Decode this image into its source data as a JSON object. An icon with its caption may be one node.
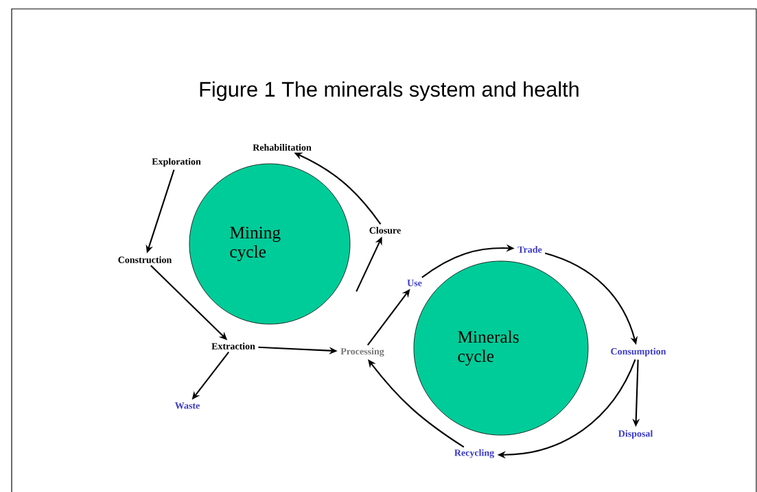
{
  "diagram": {
    "title": "Figure 1  The minerals system and health",
    "nodes": [
      {
        "text": [
          "Mining cycle"
        ]
      },
      {
        "text": [
          "Minerals cycle"
        ]
      },
      {
        "text": [
          "Exploration"
        ]
      },
      {
        "text": [
          "Rehabilitation"
        ]
      },
      {
        "text": [
          "Construction"
        ]
      },
      {
        "text": [
          "Closure"
        ]
      },
      {
        "text": [
          "Extraction"
        ]
      },
      {
        "text": [
          "Waste"
        ]
      },
      {
        "text": [
          "Processing"
        ]
      },
      {
        "text": [
          "Use"
        ]
      },
      {
        "text": [
          "Trade"
        ]
      },
      {
        "text": [
          "Consumption"
        ]
      },
      {
        "text": [
          "Disposal"
        ]
      },
      {
        "text": [
          "Recycling"
        ]
      }
    ],
    "edges": [
      {
        "from": 2,
        "to": 4,
        "arrow": "to"
      },
      {
        "from": 4,
        "to": 6,
        "arrow": "to"
      },
      {
        "from": 6,
        "to": 7,
        "arrow": "to"
      },
      {
        "from": 6,
        "to": 8,
        "arrow": "to"
      },
      {
        "from": 8,
        "to": 9,
        "arrow": "to"
      },
      {
        "from": null,
        "to": 5,
        "arrow": "to"
      },
      {
        "from": 5,
        "to": 3,
        "arrow": "to"
      },
      {
        "from": 9,
        "to": 10,
        "arrow": "to"
      },
      {
        "from": 10,
        "to": 11,
        "arrow": "to"
      },
      {
        "from": 11,
        "to": 12,
        "arrow": "to"
      },
      {
        "from": 11,
        "to": 13,
        "arrow": "to"
      },
      {
        "from": 13,
        "to": 8,
        "arrow": "to"
      }
    ]
  }
}
